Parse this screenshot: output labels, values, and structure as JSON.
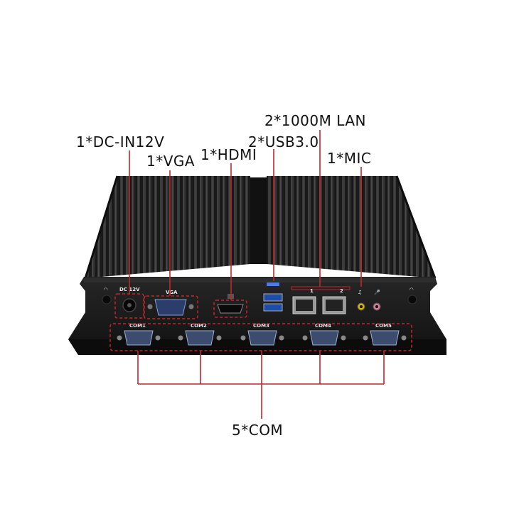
{
  "image": {
    "description_colors": {
      "background": "#ffffff",
      "chassis": "#1c1c1c",
      "fins": "#2a2a2a",
      "callout_line": "#c0272d"
    }
  },
  "callouts": {
    "lan": "2*1000M LAN",
    "dc": "1*DC-IN12V",
    "usb": "2*USB3.0",
    "vga": "1*VGA",
    "hdmi": "1*HDMI",
    "mic": "1*MIC",
    "com": "5*COM"
  },
  "panel_labels": {
    "dc": "DC 12V",
    "vga": "VGA",
    "lan1": "1",
    "lan2": "2",
    "com1": "COM1",
    "com2": "COM2",
    "com3": "COM3",
    "com4": "COM4",
    "com5": "COM5"
  }
}
